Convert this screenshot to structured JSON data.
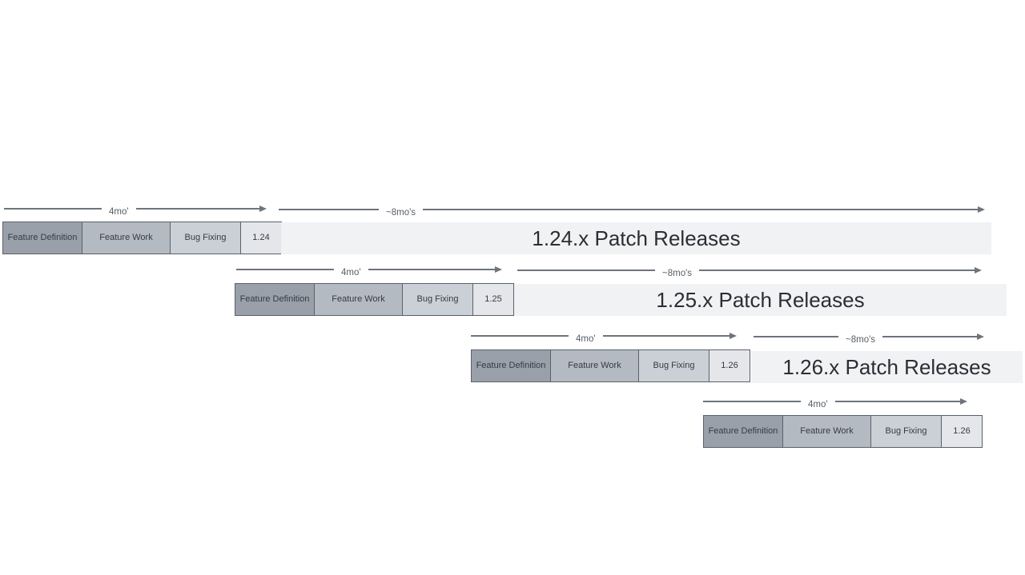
{
  "diagram": {
    "description_colors": {
      "background": "#ffffff",
      "phase_feature_definition_fill": "#99a0a9",
      "phase_feature_work_fill": "#b4bac1",
      "phase_bug_fixing_fill": "#cbd0d6",
      "version_box_fill": "#e4e6ea",
      "patch_bar_fill": "#f1f2f4",
      "box_border": "#5a616b",
      "arrow_line": "#6e747c",
      "label_text": "#585d64",
      "patch_text": "#2b2e33"
    },
    "rows": [
      {
        "version": "1.24",
        "cycle_duration_label": "4mo'",
        "patch_duration_label": "~8mo's",
        "patch_bar_label": "1.24.x Patch Releases",
        "phases": [
          {
            "label": "Feature Definition"
          },
          {
            "label": "Feature Work"
          },
          {
            "label": "Bug Fixing"
          }
        ]
      },
      {
        "version": "1.25",
        "cycle_duration_label": "4mo'",
        "patch_duration_label": "~8mo's",
        "patch_bar_label": "1.25.x Patch Releases",
        "phases": [
          {
            "label": "Feature Definition"
          },
          {
            "label": "Feature Work"
          },
          {
            "label": "Bug Fixing"
          }
        ]
      },
      {
        "version": "1.26",
        "cycle_duration_label": "4mo'",
        "patch_duration_label": "~8mo's",
        "patch_bar_label": "1.26.x Patch Releases",
        "phases": [
          {
            "label": "Feature Definition"
          },
          {
            "label": "Feature Work"
          },
          {
            "label": "Bug Fixing"
          }
        ]
      },
      {
        "version": "1.26",
        "cycle_duration_label": "4mo'",
        "phases": [
          {
            "label": "Feature Definition"
          },
          {
            "label": "Feature Work"
          },
          {
            "label": "Bug Fixing"
          }
        ]
      }
    ]
  }
}
